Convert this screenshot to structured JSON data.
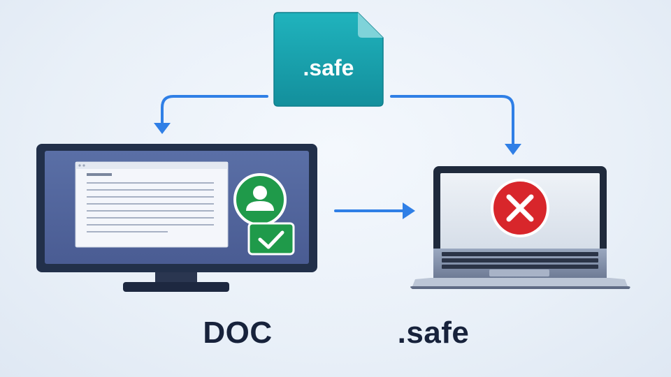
{
  "file_icon": {
    "label": ".safe",
    "color": "#17a2ad",
    "icon": "file-icon"
  },
  "desktop": {
    "icon": "desktop-monitor-icon",
    "badges": [
      {
        "icon": "user-icon",
        "color": "#1f9a4a"
      },
      {
        "icon": "checkmark-icon",
        "color": "#1f9a4a"
      }
    ]
  },
  "laptop": {
    "icon": "laptop-icon",
    "badge": {
      "icon": "error-x-icon",
      "color": "#d8262b"
    }
  },
  "arrow_color": "#2f7fe6",
  "captions": {
    "left": "DOC",
    "right": ".safe"
  }
}
